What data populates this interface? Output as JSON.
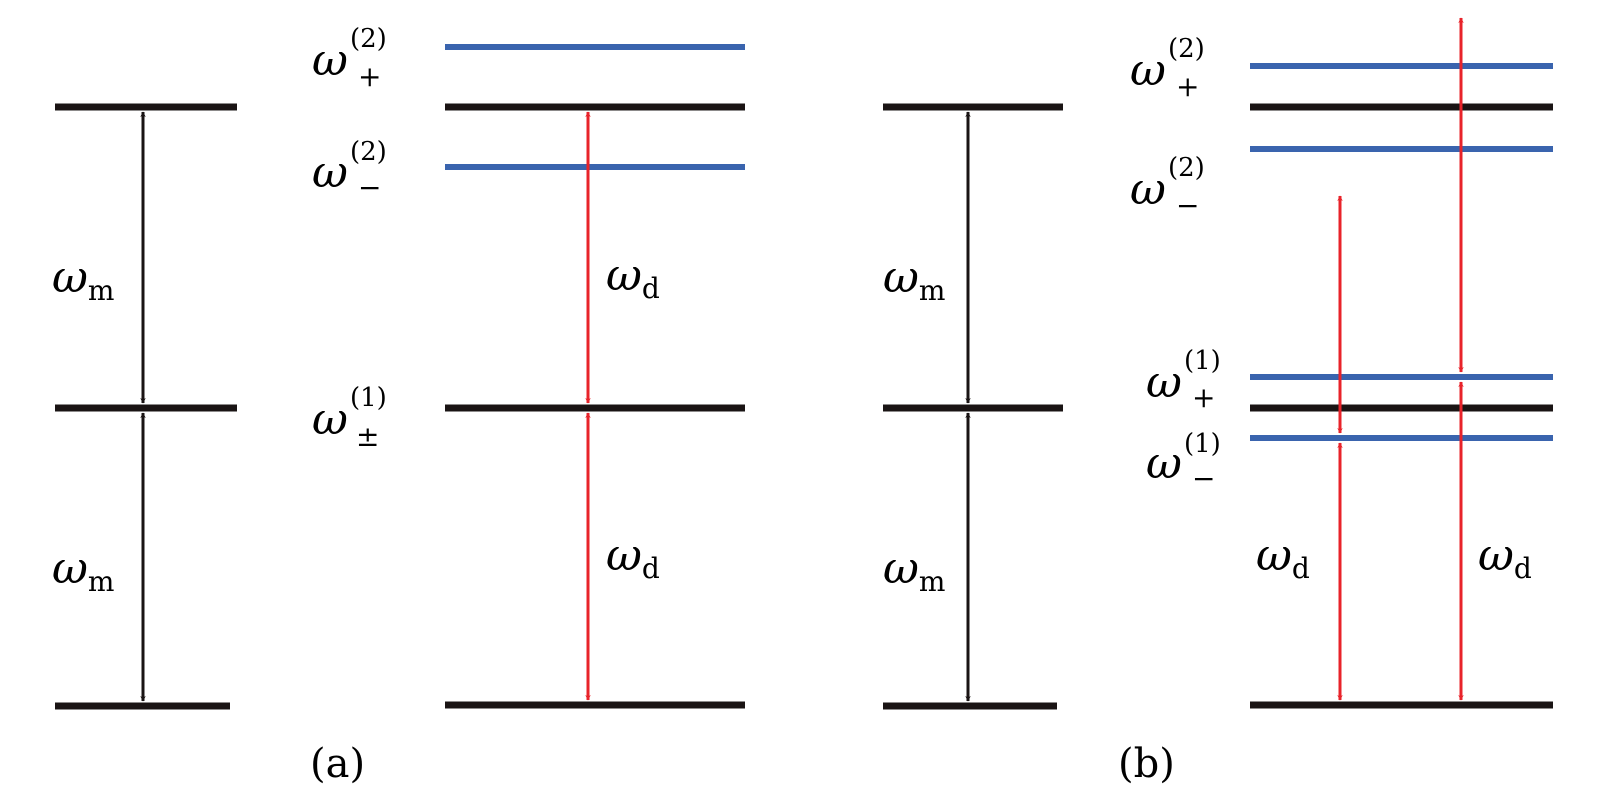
{
  "colors": {
    "black_level": "#1a1414",
    "blue_level": "#3a64ae",
    "black_arrow": "#1a1414",
    "red_arrow": "#e8232a"
  },
  "labels": {
    "omega": "ω",
    "sub_m": "m",
    "sub_d": "d",
    "sup_2": "(2)",
    "sup_1": "(1)",
    "plus": "+",
    "minus": "−",
    "pm": "±"
  },
  "panels": {
    "a": {
      "caption": "(a)"
    },
    "b": {
      "caption": "(b)"
    }
  }
}
